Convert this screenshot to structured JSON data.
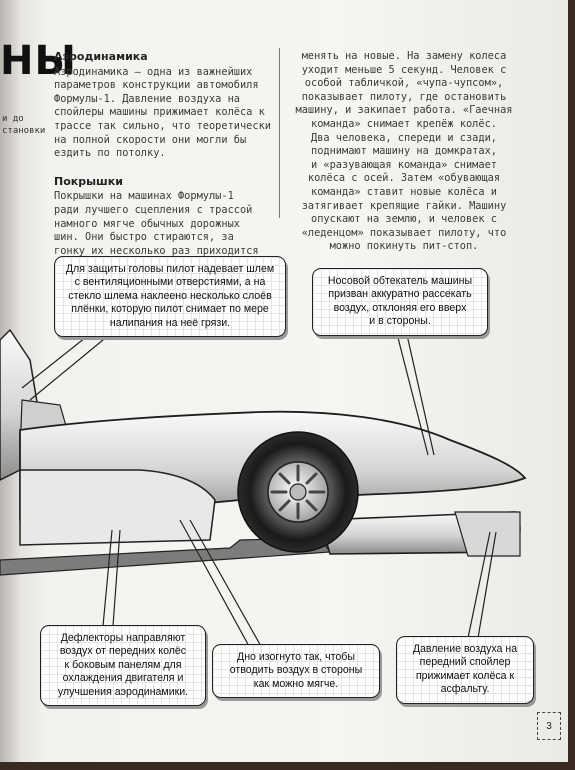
{
  "page": {
    "title_fragment": "НЫ",
    "side_fragment_1": "и до",
    "side_fragment_2": "становки",
    "page_number": "3"
  },
  "left_column": {
    "aero_heading": "Аэродинамика",
    "aero_text": "Аэродинамика – одна из важнейших\nпараметров конструкции автомобиля\nФормулы-1. Давление воздуха на\nспойлеры машины прижимает колёса к\nтрассе так сильно, что теоретически\nна полной скорости они могли бы\nездить по потолку.",
    "tyres_heading": "Покрышки",
    "tyres_text": "Покрышки на машинах Формулы-1\nради лучшего сцепления с трассой\nнамного мягче обычных дорожных\nшин. Они быстро стираются, за\nгонку их несколько раз приходится"
  },
  "right_column": {
    "text": "менять на новые. На замену колеса\nуходит меньше 5 секунд. Человек с\nособой табличкой, «чупа-чупсом»,\nпоказывает пилоту, где остановить\nмашину, и закипает работа. «Гаечная\nкоманда» снимает крепёж колёс.\nДва человека, спереди и сзади,\nподнимают машину на домкратах,\nи «разувающая команда» снимает\nколёса с осей. Затем «обувающая\nкоманда» ставит новые колёса и\nзатягивает крепящие гайки. Машину\nопускают на землю, и человек с\n«леденцом» показывает пилоту, что\nможно покинуть пит-стоп."
  },
  "callouts": {
    "helmet": "Для защиты головы пилот надевает шлем\nс вентиляционными отверстиями, а на\nстекло шлема наклеено несколько слоёв\nплёнки, которую пилот снимает по мере\nналипания на неё грязи.",
    "nose": "Носовой обтекатель машины\nпризван аккуратно рассекать\nвоздух, отклоняя его вверх\nи в стороны.",
    "deflectors": "Дефлекторы направляют\nвоздух от передних колёс\nк боковым панелям для\nохлаждения двигателя и\nулучшения аэродинамики.",
    "floor": "Дно изогнуто так, чтобы\nотводить воздух в стороны\nкак можно мягче.",
    "front_wing": "Давление воздуха на\nпередний спойлер\nприжимает колёса к\nасфальту."
  }
}
